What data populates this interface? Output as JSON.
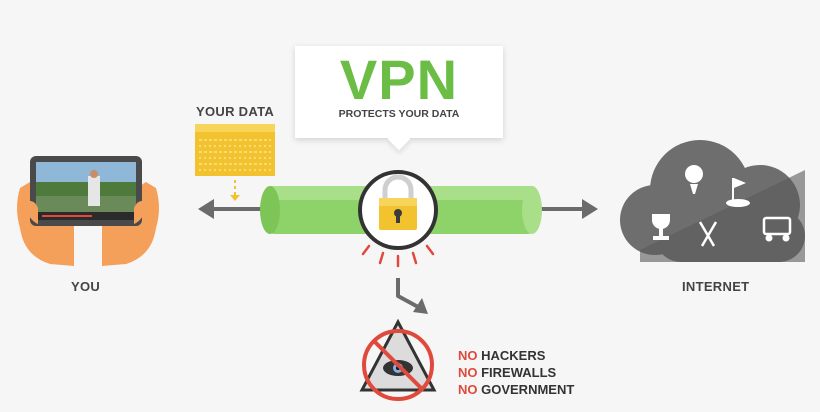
{
  "vpn": {
    "title": "VPN",
    "subtitle": "PROTECTS YOUR DATA"
  },
  "labels": {
    "your_data": "YOUR DATA",
    "you": "YOU",
    "internet": "INTERNET"
  },
  "threats": [
    {
      "no": "NO",
      "text": " HACKERS"
    },
    {
      "no": "NO",
      "text": " FIREWALLS"
    },
    {
      "no": "NO",
      "text": " GOVERNMENT"
    }
  ],
  "colors": {
    "accent_green": "#6cbd45",
    "tunnel_green": "#8ed36a",
    "lock_gold": "#f2c32e",
    "alert_red": "#e04a3c",
    "cloud_gray": "#6e6e6e",
    "skin": "#f5a05a"
  },
  "icons": {
    "lock": "padlock-icon",
    "cloud": "cloud-icon",
    "tablet": "tablet-icon",
    "file": "data-file-icon",
    "eye": "all-seeing-eye-icon"
  }
}
